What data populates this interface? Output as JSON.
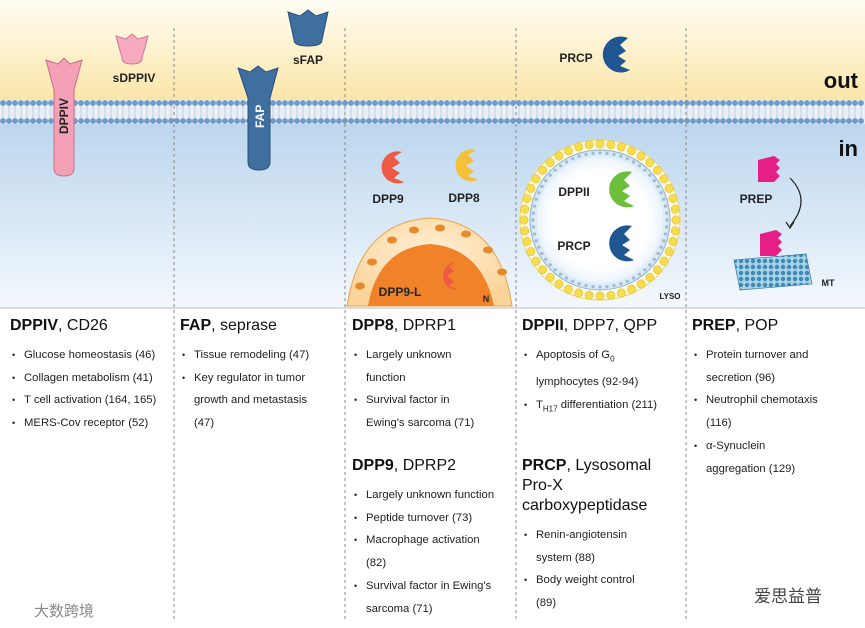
{
  "regions": {
    "out": "out",
    "in": "in"
  },
  "proteins": {
    "dppiv": "DPPIV",
    "sdppiv": "sDPPIV",
    "fap": "FAP",
    "sfap": "sFAP",
    "prcp_out": "PRCP",
    "dpp9": "DPP9",
    "dpp8": "DPP8",
    "dpp9l": "DPP9-L",
    "nucleus": "N",
    "dppii": "DPPII",
    "prcp_lyso": "PRCP",
    "lyso": "LYSO",
    "prep": "PREP",
    "mt": "MT"
  },
  "panels": [
    {
      "name_bold": "DPPIV",
      "name_rest": ", CD26",
      "items": [
        "Glucose homeostasis (46)",
        "Collagen metabolism (41)",
        "T cell activation (164, 165)",
        "MERS-Cov receptor (52)"
      ]
    },
    {
      "name_bold": "FAP",
      "name_rest": ", seprase",
      "items": [
        "Tissue remodeling (47)",
        "Key regulator in tumor",
        "growth and metastasis",
        "(47)"
      ]
    },
    {
      "name_bold": "DPP8",
      "name_rest": ", DPRP1",
      "items": [
        "Largely unknown",
        "function",
        "Survival factor in",
        "Ewing's sarcoma (71)"
      ]
    },
    {
      "name_bold": "DPP9",
      "name_rest": ", DPRP2",
      "items": [
        "Largely unknown function",
        "Peptide turnover (73)",
        "Macrophage activation",
        "(82)",
        "Survival factor in Ewing's",
        "sarcoma (71)"
      ]
    },
    {
      "name_bold": "DPPII",
      "name_rest": ", DPP7, QPP",
      "items": [
        "Apoptosis of G",
        "0",
        "lymphocytes (92-94)",
        "T",
        "H17",
        "differentiation (211)"
      ]
    },
    {
      "name_bold": "PRCP",
      "name_rest": ", Lysosomal",
      "name_line2": "Pro-X",
      "name_line3": "carboxypeptidase",
      "items": [
        "Renin-angiotensin",
        "system (88)",
        "Body weight control",
        "(89)"
      ]
    },
    {
      "name_bold": "PREP",
      "name_rest": ", POP",
      "items": [
        "Protein turnover and",
        "secretion (96)",
        "Neutrophil chemotaxis",
        "(116)",
        "α-Synuclein",
        "aggregation (129)"
      ]
    }
  ],
  "watermarks": {
    "left": "大数跨境",
    "right": "爱思益普"
  }
}
